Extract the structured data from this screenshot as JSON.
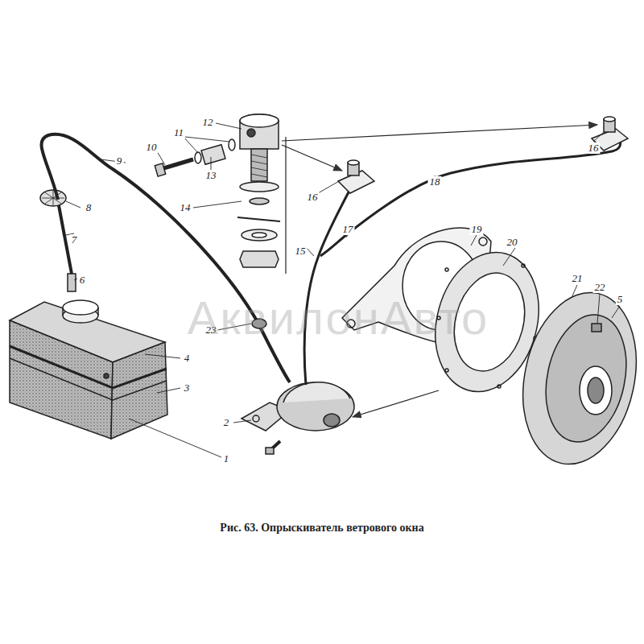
{
  "diagram": {
    "caption": "Рис. 63. Опрыскиватель ветрового окна",
    "labels": [
      "12",
      "11",
      "10",
      "9",
      "13",
      "16",
      "14",
      "18",
      "8",
      "17",
      "19",
      "15",
      "7",
      "20",
      "6",
      "21",
      "22",
      "5",
      "23",
      "4",
      "3",
      "2",
      "1",
      "16",
      "АквилонАвто"
    ]
  }
}
